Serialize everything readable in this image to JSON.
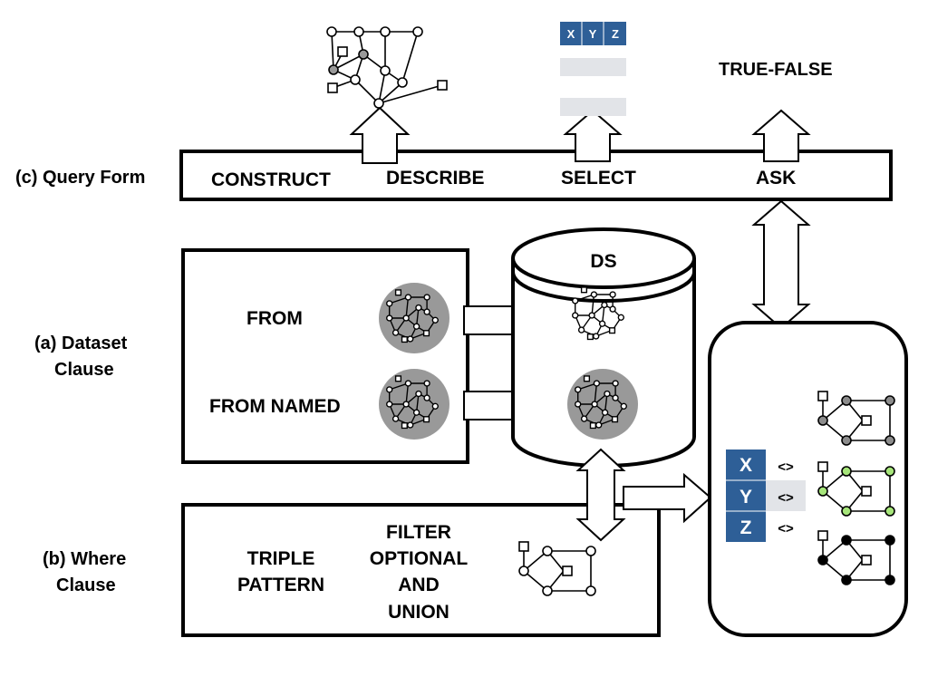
{
  "colors": {
    "ink": "#000000",
    "gray_disk": "#999999",
    "table_blue": "#2e5f97",
    "table_row": "#e2e4e8",
    "green_node": "#a6e57a",
    "gray_node": "#8c8c8c"
  },
  "query_form": {
    "side_label": "(c) Query Form",
    "construct": "CONSTRUCT",
    "describe": "DESCRIBE",
    "select": "SELECT",
    "ask": "ASK",
    "true_false": "TRUE-FALSE",
    "header_cols": [
      "X",
      "Y",
      "Z"
    ]
  },
  "dataset": {
    "side_label_line1": "(a) Dataset",
    "side_label_line2": "Clause",
    "from": "FROM",
    "from_named": "FROM NAMED",
    "store_label": "DS"
  },
  "where": {
    "side_label_line1": "(b) Where",
    "side_label_line2": "Clause",
    "triple_line1": "TRIPLE",
    "triple_line2": "PATTERN",
    "filter_line1": "FILTER",
    "filter_line2": "OPTIONAL",
    "filter_line3": "AND",
    "filter_line4": "UNION"
  },
  "result": {
    "vars": [
      "X",
      "Y",
      "Z"
    ],
    "ops": [
      "<>",
      "<>",
      "<>"
    ]
  }
}
